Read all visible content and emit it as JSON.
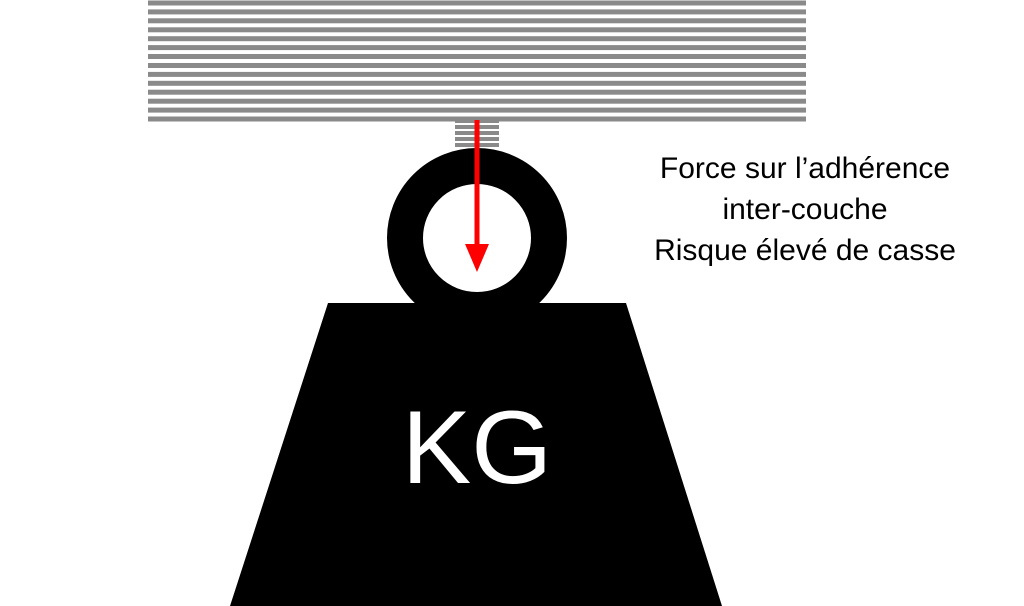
{
  "diagram": {
    "caption": {
      "line1": "Force sur l’adhérence",
      "line2": "inter-couche",
      "line3": "Risque élevé de casse"
    },
    "weight_label": "KG",
    "layer_count": 14,
    "colors": {
      "layer_gray": "#8a8a8a",
      "weight_black": "#000000",
      "force_arrow_red": "#ff0000",
      "background": "#ffffff"
    }
  }
}
